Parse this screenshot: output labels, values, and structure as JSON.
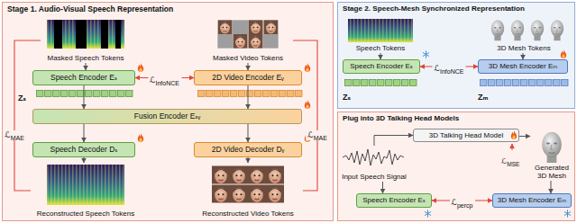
{
  "diagram": {
    "nodes": [
      {
        "text": [
          "Stage 1. Audio-Visual Speech Representation"
        ]
      },
      {
        "text": [
          "Masked Speech Tokens"
        ],
        "in": 0
      },
      {
        "text": [
          "Masked Video Tokens"
        ],
        "in": 0
      },
      {
        "text": [
          "Speech Encoder Eₛ"
        ],
        "in": 0
      },
      {
        "text": [
          "2D Video Encoder Eᵥ"
        ],
        "in": 0
      },
      {
        "text": [
          "Fusion Encoder Eₛᵥ"
        ],
        "in": 0
      },
      {
        "text": [
          "Speech Decoder Dₛ"
        ],
        "in": 0
      },
      {
        "text": [
          "2D Video Decoder Dᵥ"
        ],
        "in": 0
      },
      {
        "text": [
          "Reconstructed Speech Tokens"
        ],
        "in": 0
      },
      {
        "text": [
          "Reconstructed Video Tokens"
        ],
        "in": 0
      },
      {
        "text": [
          "Stage 2. Speech-Mesh Synchronized Representation"
        ]
      },
      {
        "text": [
          "Speech Tokens"
        ],
        "in": 10
      },
      {
        "text": [
          "3D Mesh Tokens"
        ],
        "in": 10
      },
      {
        "text": [
          "Speech Encoder Eₛ"
        ],
        "in": 10
      },
      {
        "text": [
          "3D Mesh Encoder Eₘ"
        ],
        "in": 10
      },
      {
        "text": [
          "Plug into 3D Talking Head Models"
        ]
      },
      {
        "text": [
          "3D Talking Head Model"
        ],
        "in": 15
      },
      {
        "text": [
          "Input Speech Signal"
        ],
        "in": 15
      },
      {
        "text": [
          "Generated 3D Mesh"
        ],
        "in": 15
      },
      {
        "text": [
          "Speech Encoder Eₛ"
        ],
        "in": 15
      },
      {
        "text": [
          "3D Mesh Encoder Eₘ"
        ],
        "in": 15
      }
    ],
    "edges": [
      {
        "from": 1,
        "to": 3,
        "arrow": "to"
      },
      {
        "from": 2,
        "to": 4,
        "arrow": "to"
      },
      {
        "from": 3,
        "to": 4,
        "label": "ℒInfoNCE",
        "arrow": "both"
      },
      {
        "from": 3,
        "to": 5,
        "arrow": "to"
      },
      {
        "from": 4,
        "to": 5,
        "arrow": "to"
      },
      {
        "from": 5,
        "to": 6,
        "arrow": "to"
      },
      {
        "from": 5,
        "to": 7,
        "arrow": "to"
      },
      {
        "from": 6,
        "to": 8,
        "arrow": "to"
      },
      {
        "from": 7,
        "to": 9,
        "arrow": "to"
      },
      {
        "from": 1,
        "to": 8,
        "label": "ℒMAE",
        "arrow": "none"
      },
      {
        "from": 2,
        "to": 9,
        "label": "ℒMAE",
        "arrow": "none"
      },
      {
        "from": 11,
        "to": 13,
        "arrow": "to"
      },
      {
        "from": 12,
        "to": 14,
        "arrow": "to"
      },
      {
        "from": 13,
        "to": 14,
        "label": "ℒInfoNCE",
        "arrow": "both"
      },
      {
        "from": 17,
        "to": 16,
        "arrow": "to"
      },
      {
        "from": 16,
        "to": 18,
        "arrow": "to"
      },
      {
        "from": 18,
        "to": 20,
        "arrow": "to"
      },
      {
        "from": 17,
        "to": 19,
        "arrow": "to"
      },
      {
        "from": 19,
        "to": 20,
        "label": "ℒpercp",
        "arrow": "both"
      }
    ],
    "labels": [
      "Zₛ",
      "Zₛ",
      "Zₘ",
      "ℒMSE"
    ]
  }
}
